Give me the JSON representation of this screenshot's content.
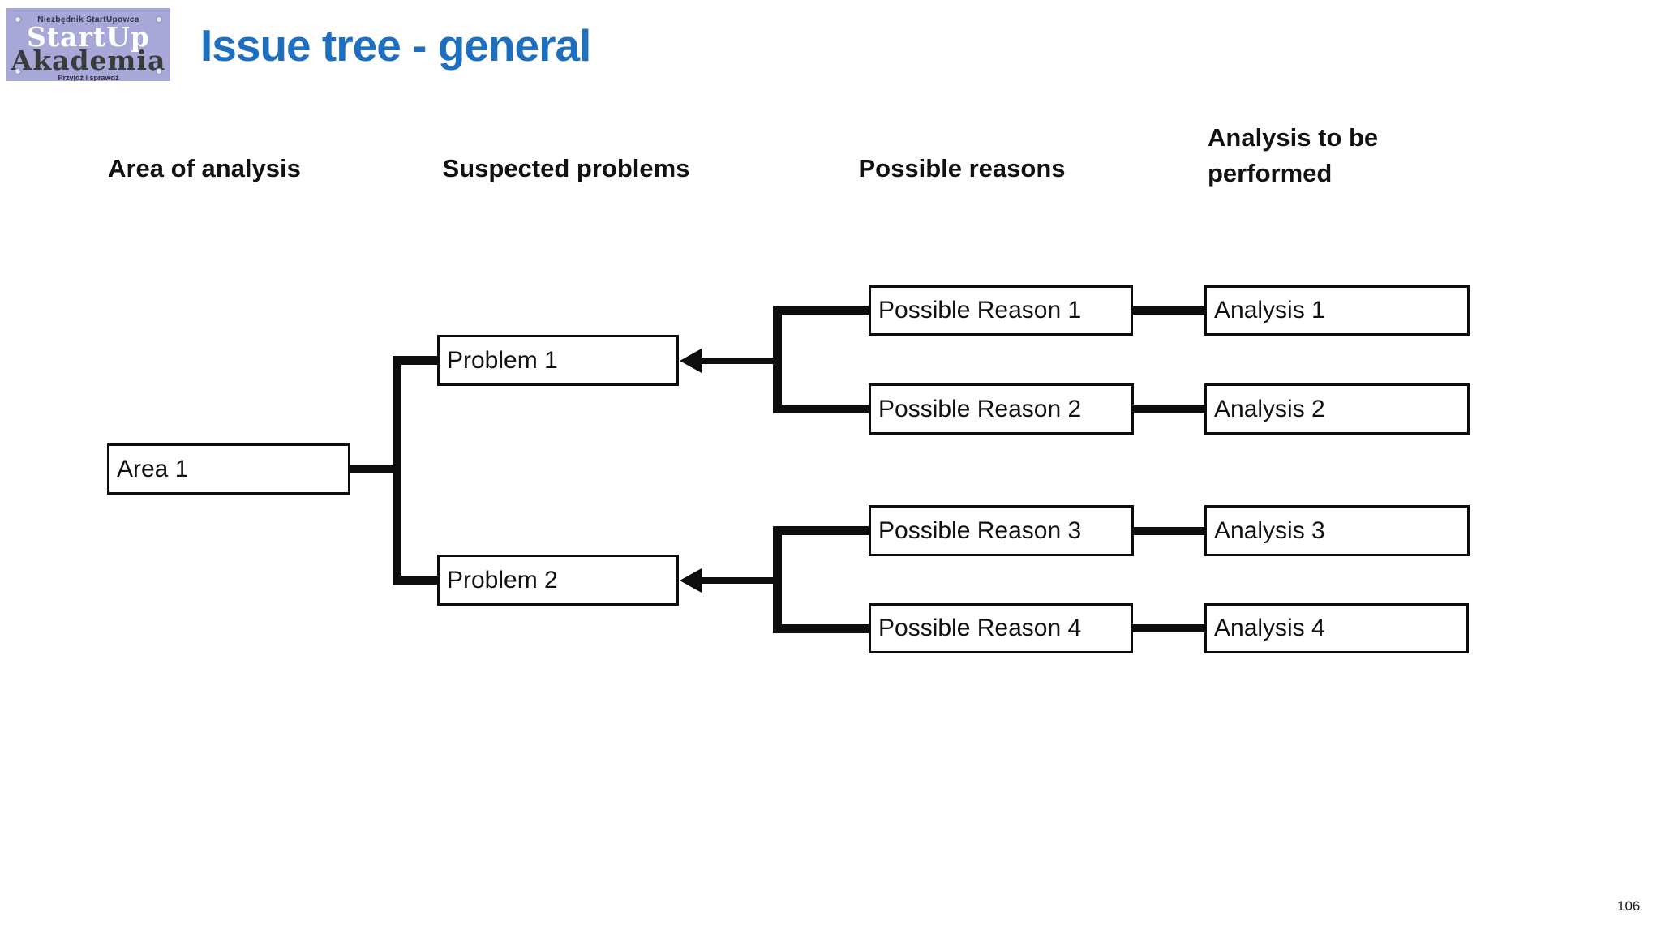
{
  "slide": {
    "title": "Issue tree - general",
    "title_color": "#1e6fc0",
    "page_number": "106"
  },
  "logo": {
    "tagline_top": "Niezbędnik StartUpowca",
    "name_line1": "StartUp",
    "name_line2": "Akademia",
    "tagline_bottom": "Przyjdź i sprawdź",
    "bg_color": "#a7a7d8"
  },
  "columns": {
    "area": "Area of analysis",
    "problems": "Suspected problems",
    "reasons": "Possible reasons",
    "analysis": "Analysis to be performed"
  },
  "tree": {
    "area": "Area 1",
    "problems": [
      "Problem 1",
      "Problem 2"
    ],
    "reasons": [
      "Possible Reason 1",
      "Possible Reason 2",
      "Possible Reason 3",
      "Possible Reason 4"
    ],
    "analyses": [
      "Analysis 1",
      "Analysis 2",
      "Analysis 3",
      "Analysis 4"
    ]
  }
}
